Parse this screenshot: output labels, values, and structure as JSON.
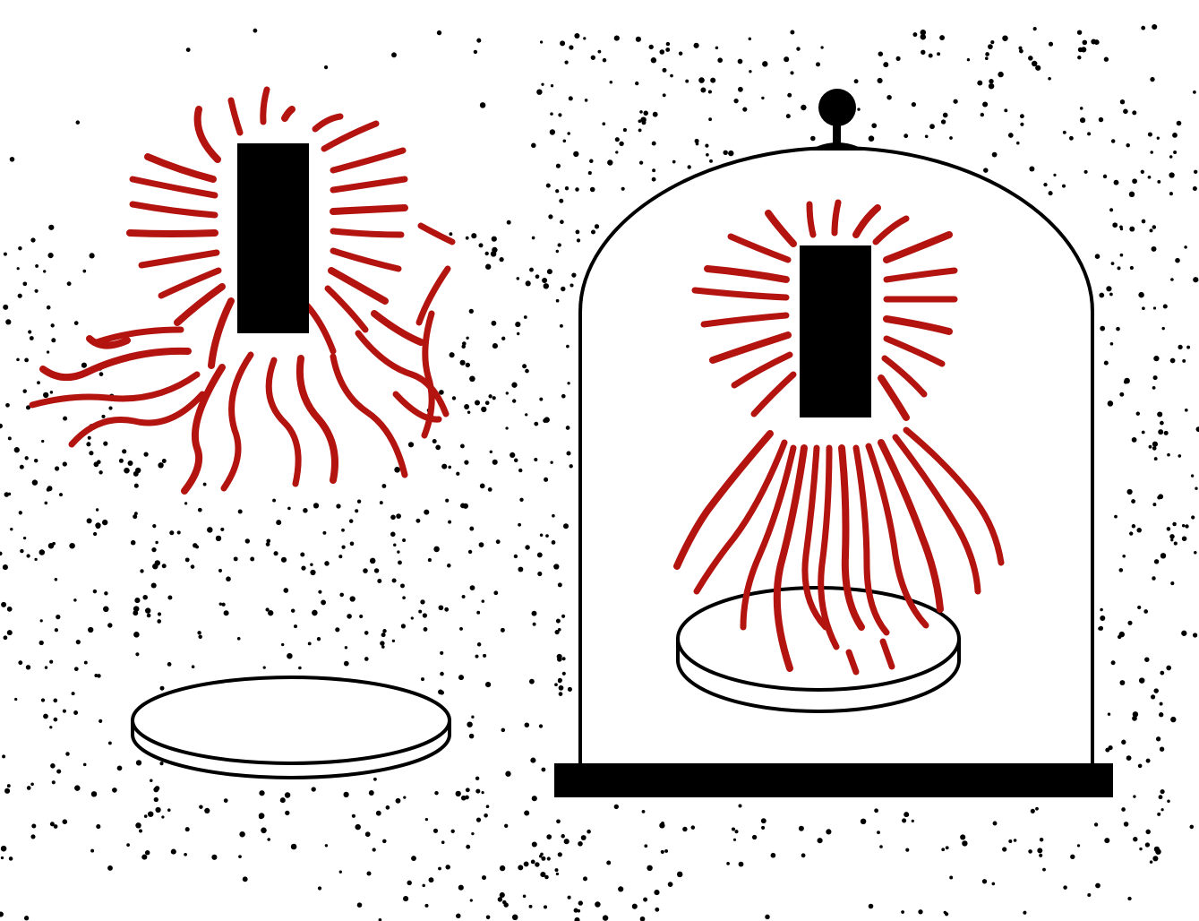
{
  "illustration": {
    "colors": {
      "background": "#ffffff",
      "ink": "#000000",
      "rays": "#b3140f",
      "air_dots": "#000000"
    },
    "scenes": [
      {
        "id": "open-air",
        "objects": [
          "black-source-block",
          "red-emission-rays",
          "round-plate",
          "surrounding-air-dots"
        ]
      },
      {
        "id": "bell-jar-vacuum",
        "objects": [
          "glass-bell-jar",
          "knob-handle",
          "base-stand",
          "black-source-block",
          "red-emission-rays",
          "round-plate",
          "air-dots-outside-only"
        ]
      }
    ]
  }
}
